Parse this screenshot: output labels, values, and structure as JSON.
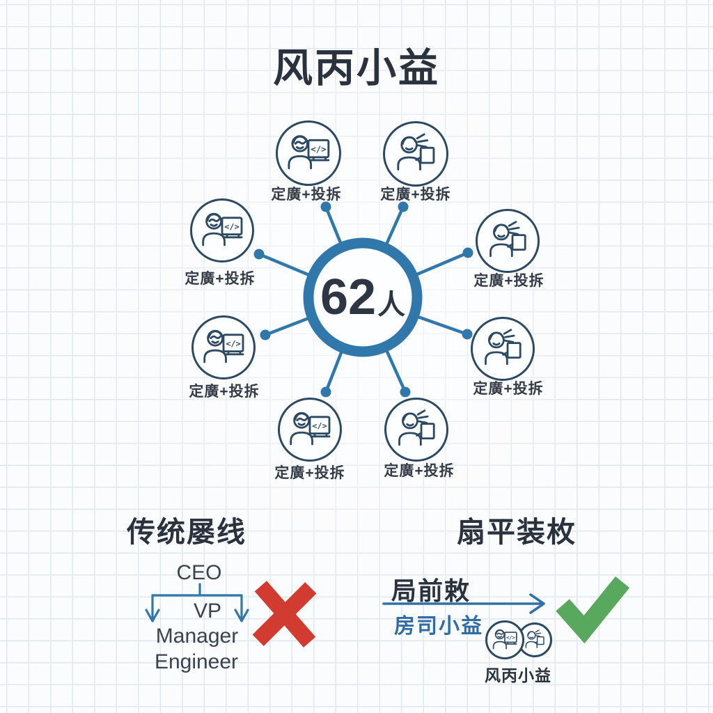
{
  "title": "风丙小益",
  "center_node": {
    "value": "62",
    "unit": "人"
  },
  "members": [
    {
      "position": "top-left",
      "icon": "developer-monitor-icon",
      "label": "定廣+投拆"
    },
    {
      "position": "top-right",
      "icon": "designer-tablet-icon",
      "label": "定廣+投拆"
    },
    {
      "position": "mid-left-upper",
      "icon": "developer-monitor-icon",
      "label": "定廣+投拆"
    },
    {
      "position": "mid-right-upper",
      "icon": "designer-tablet-icon",
      "label": "定廣+投拆"
    },
    {
      "position": "mid-left-lower",
      "icon": "developer-monitor-icon",
      "label": "定廣+投拆"
    },
    {
      "position": "mid-right-lower",
      "icon": "designer-tablet-icon",
      "label": "定廣+投拆"
    },
    {
      "position": "bottom-left",
      "icon": "developer-monitor-icon",
      "label": "定廣+投拆"
    },
    {
      "position": "bottom-right",
      "icon": "designer-tablet-icon",
      "label": "定廣+投拆"
    }
  ],
  "comparison": {
    "traditional": {
      "heading": "传统屡线",
      "levels": [
        "CEO",
        "VP",
        "Manager",
        "Engineer"
      ],
      "verdict": "rejected",
      "verdict_icon": "red-x-icon"
    },
    "flat": {
      "heading": "扇平装枚",
      "lead": "局前敕",
      "subtitle": "房司小益",
      "team_caption": "风丙小益",
      "verdict": "approved",
      "verdict_icon": "green-check-icon"
    }
  },
  "colors": {
    "accent_blue": "#3077ac",
    "outline_navy": "#2c4963",
    "text_dark": "#2a323e",
    "text_blue": "#2e6da6",
    "reject_red": "#d23b30",
    "approve_green": "#58a85d",
    "grid_line": "#e1e7ee",
    "background": "#fbfcfd"
  }
}
